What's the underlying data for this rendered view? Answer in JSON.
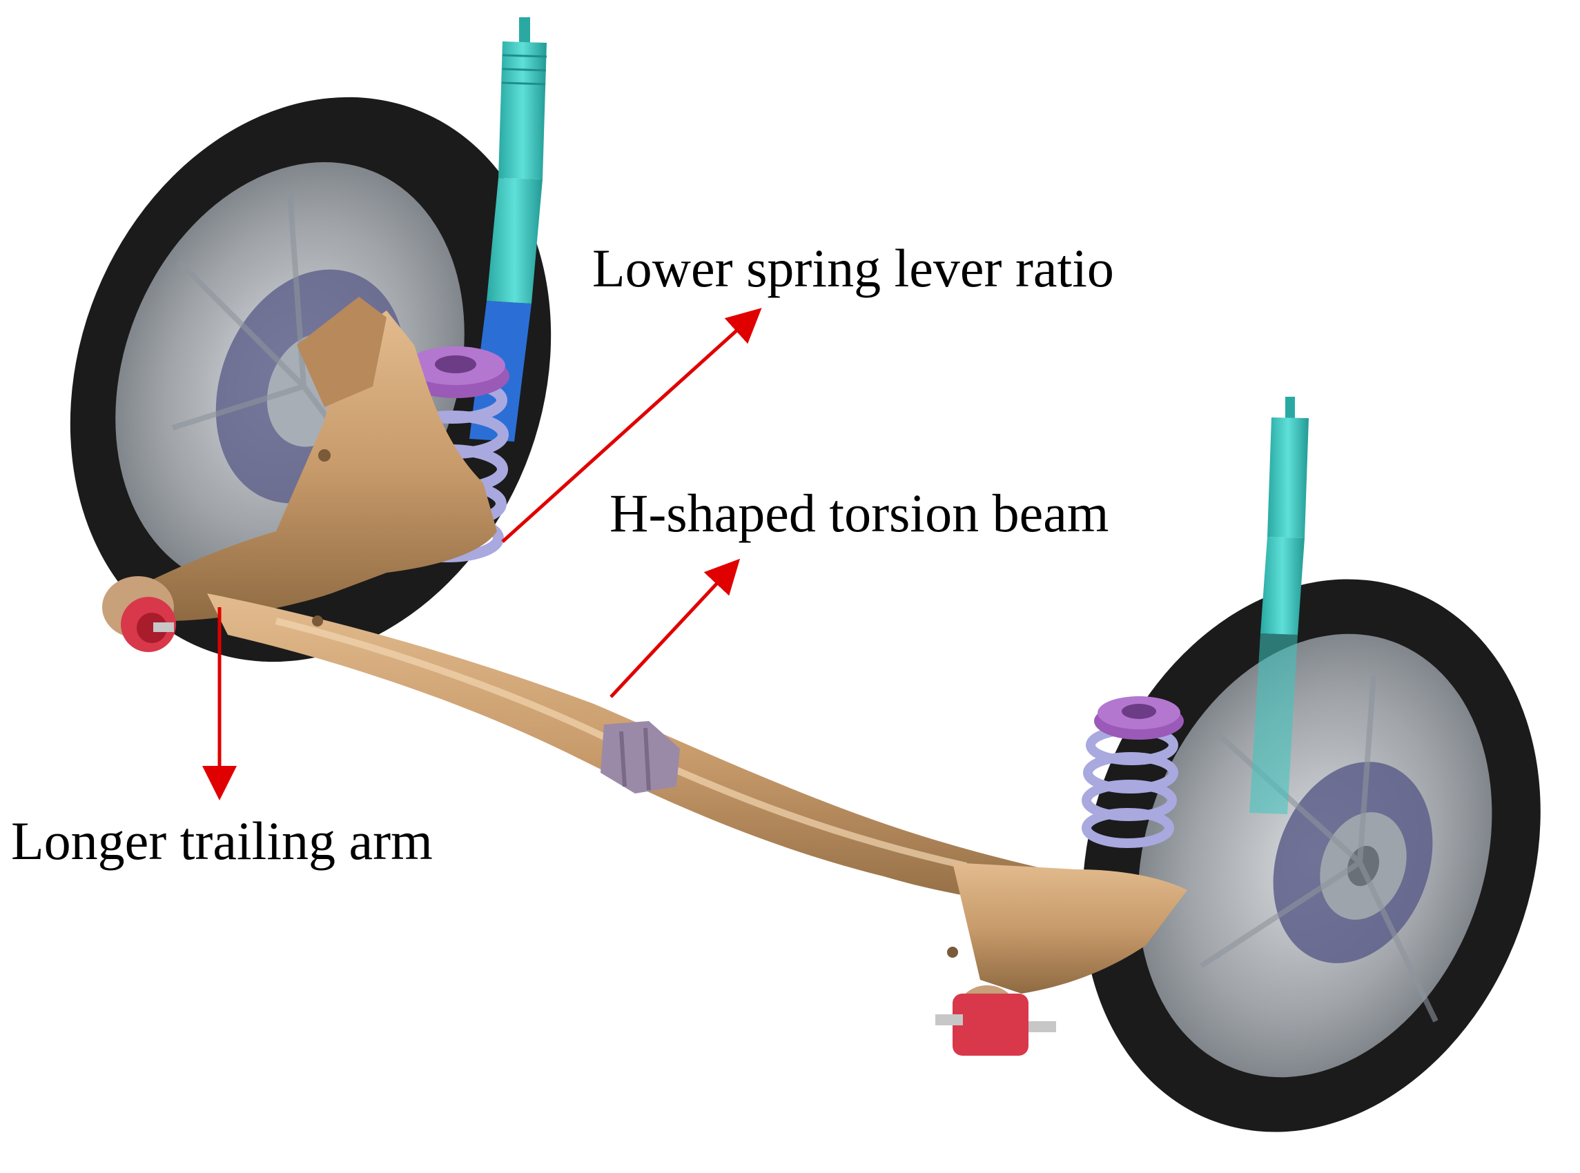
{
  "annotations": {
    "spring_lever": "Lower spring lever ratio",
    "torsion_beam": "H-shaped torsion beam",
    "trailing_arm": "Longer trailing arm"
  },
  "colors": {
    "beam": "#C89B6B",
    "beam_dark": "#9E7448",
    "tire": "#1b1b1b",
    "rim": "#c9ced4",
    "shock": "#3cc7c0",
    "shock_blue": "#2b6fd6",
    "spring": "#a9a9e0",
    "spring_seat": "#9b5ab7",
    "bushing": "#d8384a",
    "bracket": "#9a8aa8",
    "arrow": "#e00000"
  }
}
